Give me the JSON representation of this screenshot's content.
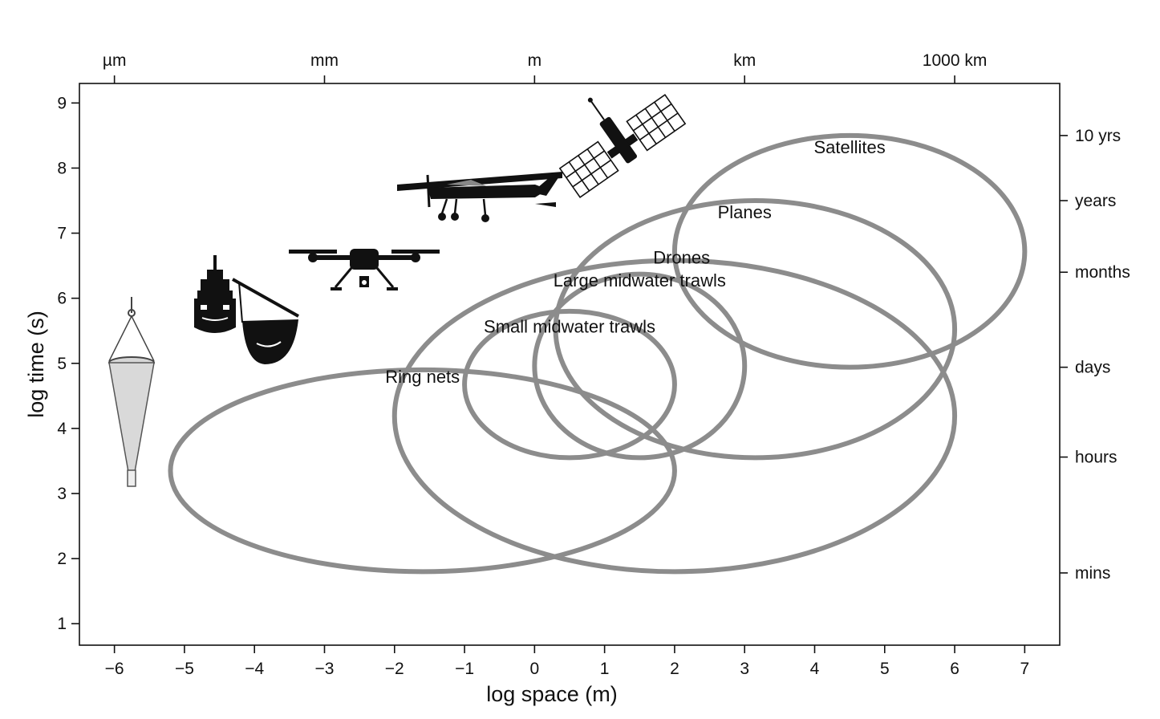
{
  "chart_data": {
    "type": "scatter",
    "title": "",
    "xlabel": "log space (m)",
    "ylabel": "log time (s)",
    "xlim": [
      -6.5,
      7.5
    ],
    "ylim": [
      0.67,
      9.3
    ],
    "x_ticks": [
      -6,
      -5,
      -4,
      -3,
      -2,
      -1,
      0,
      1,
      2,
      3,
      4,
      5,
      6,
      7
    ],
    "x_tick_labels": [
      "−6",
      "−5",
      "−4",
      "−3",
      "−2",
      "−1",
      "0",
      "1",
      "2",
      "3",
      "4",
      "5",
      "6",
      "7"
    ],
    "y_ticks": [
      1,
      2,
      3,
      4,
      5,
      6,
      7,
      8,
      9
    ],
    "y_tick_labels": [
      "1",
      "2",
      "3",
      "4",
      "5",
      "6",
      "7",
      "8",
      "9"
    ],
    "top_axis": [
      {
        "value": -6,
        "label": "µm"
      },
      {
        "value": -3,
        "label": "mm"
      },
      {
        "value": 0,
        "label": "m"
      },
      {
        "value": 3,
        "label": "km"
      },
      {
        "value": 6,
        "label": "1000 km"
      }
    ],
    "right_axis": [
      {
        "value": 8.5,
        "label": "10 yrs"
      },
      {
        "value": 7.5,
        "label": "years"
      },
      {
        "value": 6.4,
        "label": "months"
      },
      {
        "value": 4.94,
        "label": "days"
      },
      {
        "value": 3.56,
        "label": "hours"
      },
      {
        "value": 1.78,
        "label": "mins"
      }
    ],
    "grid": false,
    "series": [
      {
        "name": "Ring nets",
        "x_range": [
          -5.2,
          2.0
        ],
        "y_range": [
          1.8,
          4.9
        ],
        "label_x": -1.6,
        "label_y": 4.7
      },
      {
        "name": "Small midwater trawls",
        "x_range": [
          -1.0,
          2.0
        ],
        "y_range": [
          3.55,
          5.8
        ],
        "label_x": 0.5,
        "label_y": 5.47
      },
      {
        "name": "Large midwater trawls",
        "x_range": [
          0.0,
          3.0
        ],
        "y_range": [
          3.55,
          6.37
        ],
        "label_x": 1.5,
        "label_y": 6.18
      },
      {
        "name": "Drones",
        "x_range": [
          -2.0,
          6.0
        ],
        "y_range": [
          1.8,
          6.58
        ],
        "label_x": 2.1,
        "label_y": 6.53
      },
      {
        "name": "Planes",
        "x_range": [
          0.3,
          6.0
        ],
        "y_range": [
          3.55,
          7.5
        ],
        "label_x": 3.0,
        "label_y": 7.23
      },
      {
        "name": "Satellites",
        "x_range": [
          2.0,
          7.0
        ],
        "y_range": [
          4.94,
          8.5
        ],
        "label_x": 4.5,
        "label_y": 8.23
      }
    ],
    "color": "#8c8c8c"
  },
  "icons": [
    {
      "name": "plankton-net-icon",
      "x": -5.8,
      "y": 4.8
    },
    {
      "name": "ship-icon",
      "x": -4.6,
      "y": 5.9
    },
    {
      "name": "trawl-net-icon",
      "x": -3.75,
      "y": 5.6
    },
    {
      "name": "drone-icon",
      "x": -2.4,
      "y": 6.6
    },
    {
      "name": "plane-icon",
      "x": -1.2,
      "y": 7.6
    },
    {
      "name": "satellite-icon",
      "x": 1.2,
      "y": 8.5
    }
  ]
}
